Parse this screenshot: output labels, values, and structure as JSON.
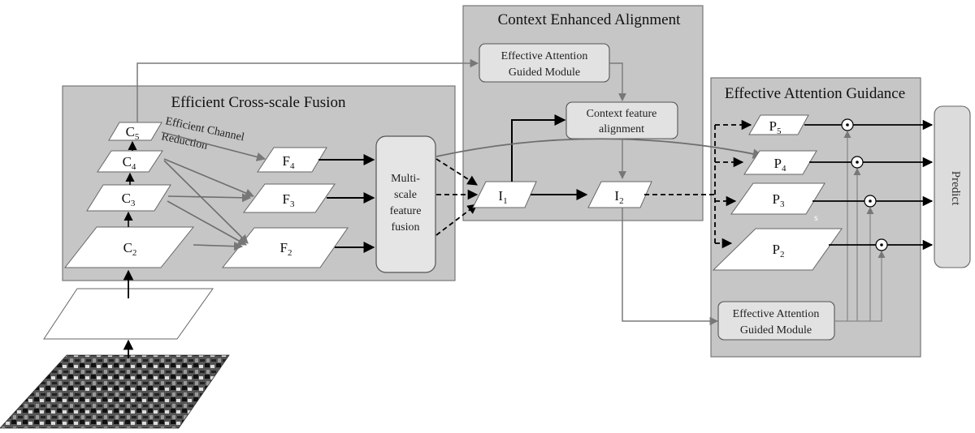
{
  "panels": {
    "ecf": {
      "title": "Efficient Cross-scale Fusion"
    },
    "cea": {
      "title": "Context Enhanced Alignment"
    },
    "eag": {
      "title": "Effective Attention Guidance"
    }
  },
  "channel_reduction": {
    "line1": "Efficient Channel",
    "line2": "Reduction"
  },
  "backbone": [
    {
      "base": "C",
      "sub": "5"
    },
    {
      "base": "C",
      "sub": "4"
    },
    {
      "base": "C",
      "sub": "3"
    },
    {
      "base": "C",
      "sub": "2"
    }
  ],
  "reduced": [
    {
      "base": "F",
      "sub": "4"
    },
    {
      "base": "F",
      "sub": "3"
    },
    {
      "base": "F",
      "sub": "2"
    }
  ],
  "msff": {
    "line1": "Multi-",
    "line2": "scale",
    "line3": "feature",
    "line4": "fusion"
  },
  "intermediate": [
    {
      "base": "I",
      "sub": "1"
    },
    {
      "base": "I",
      "sub": "2"
    }
  ],
  "eagm_top": {
    "line1": "Effective Attention",
    "line2": "Guided Module"
  },
  "cfa": {
    "line1": "Context feature",
    "line2": "alignment"
  },
  "outputs": [
    {
      "base": "P",
      "sub": "5"
    },
    {
      "base": "P",
      "sub": "4"
    },
    {
      "base": "P",
      "sub": "3"
    },
    {
      "base": "P",
      "sub": "2"
    }
  ],
  "stray_mark": "s",
  "eagm_bottom": {
    "line1": "Effective Attention",
    "line2": "Guided Module"
  },
  "multiply_symbol": "⊙",
  "predict": {
    "label": "Predict"
  }
}
